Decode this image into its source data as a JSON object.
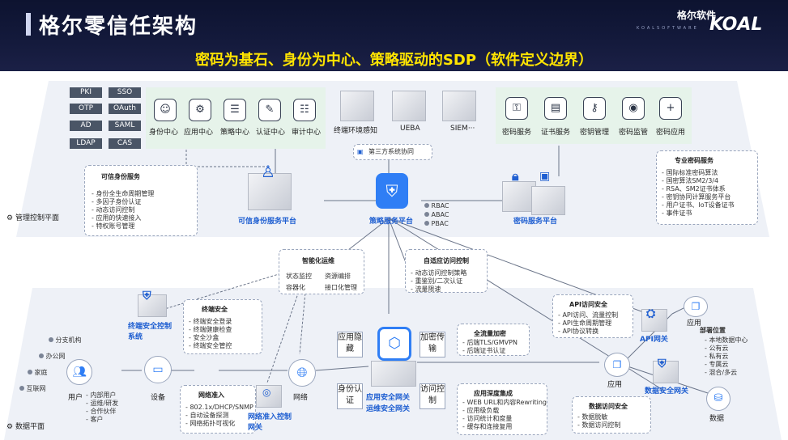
{
  "header": {
    "title": "格尔零信任架构",
    "slogan": "密码为基石、身份为中心、策略驱动的SDP（软件定义边界）",
    "brand_cn": "格尔软件",
    "brand_en": "KOAL",
    "brand_sub": "KOALSOFTWARE"
  },
  "mgmt": {
    "plane_label": "管理控制平面",
    "id_tags": [
      "PKI",
      "SSO",
      "OTP",
      "OAuth",
      "AD",
      "SAML",
      "LDAP",
      "CAS"
    ],
    "id_centers": [
      "身份中心",
      "应用中心",
      "策略中心",
      "认证中心",
      "审计中心"
    ],
    "env_items": [
      "终端环境感知",
      "UEBA",
      "SIEM···"
    ],
    "crypto_services": [
      "密码服务",
      "证书服务",
      "密钥管理",
      "密码监管",
      "密码应用"
    ],
    "third_party": "第三方系统协同",
    "trusted_title": "可信身份服务",
    "trusted_items": [
      "身份全生命周期管理",
      "多因子身份认证",
      "动态访问控制",
      "应用的快速接入",
      "特权账号管理"
    ],
    "trusted_platform": "可信身份服务平台",
    "policy_platform": "策略服务平台",
    "policy_items": [
      "RBAC",
      "ABAC",
      "PBAC"
    ],
    "crypto_platform": "密码服务平台",
    "pro_title": "专业密码服务",
    "pro_items": [
      "国际标准密码算法",
      "国密算法SM2/3/4",
      "RSA、SM2证书体系",
      "密钥协同计算服务平台",
      "用户证书、IoT设备证书",
      "事件证书"
    ]
  },
  "ops": {
    "title": "智能化运维",
    "items": [
      "状态监控",
      "资源编排",
      "容器化",
      "接口化管理"
    ]
  },
  "adaptive": {
    "title": "自适应访问控制",
    "items": [
      "动态访问控制策略",
      "重鉴别/二次认证",
      "流量限速"
    ]
  },
  "data": {
    "plane_label": "数据平面",
    "left_nets": [
      "分支机构",
      "办公网",
      "家庭",
      "互联网"
    ],
    "user_label": "用户",
    "user_types": [
      "内部用户",
      "运维/研发",
      "合作伙伴",
      "客户"
    ],
    "device_label": "设备",
    "network_label": "网络",
    "terminal_ctrl": "终端安全控制系统",
    "endpoint_title": "终端安全",
    "endpoint_items": [
      "终端安全登录",
      "终端健康检查",
      "安全沙盒",
      "终端安全管控"
    ],
    "netaccess_title": "网络准入",
    "netaccess_items": [
      "802.1x/DHCP/SNMP",
      "自动设备探测",
      "网络拓扑可视化"
    ],
    "netaccess_ctrl": "网络准入控制网关",
    "gateway_labels": [
      "应用隐藏",
      "加密传输",
      "身份认证",
      "访问控制"
    ],
    "gateway_name": "应用安全网关",
    "gateway_name2": "运维安全网关",
    "enc_title": "全流量加密",
    "enc_items": [
      "后端TLS/GMVPN",
      "后端证书认证"
    ],
    "app_title": "应用深度集成",
    "app_items": [
      "WEB URL和内容Rewriting",
      "应用级负载",
      "访问统计和度量",
      "缓存和连接复用"
    ],
    "api_title": "API访问安全",
    "api_items": [
      "API访问、流量控制",
      "API生命周期管理",
      "API协议转换"
    ],
    "api_gw": "API网关",
    "data_title": "数据访问安全",
    "data_items": [
      "数据脱敏",
      "数据访问控制"
    ],
    "data_gw": "数据安全网关",
    "app_label": "应用",
    "app_label2": "应用",
    "db_label": "数据",
    "deploy_title": "部署位置",
    "deploy_items": [
      "本地数据中心",
      "公有云",
      "私有云",
      "专属云",
      "混合/多云"
    ]
  }
}
